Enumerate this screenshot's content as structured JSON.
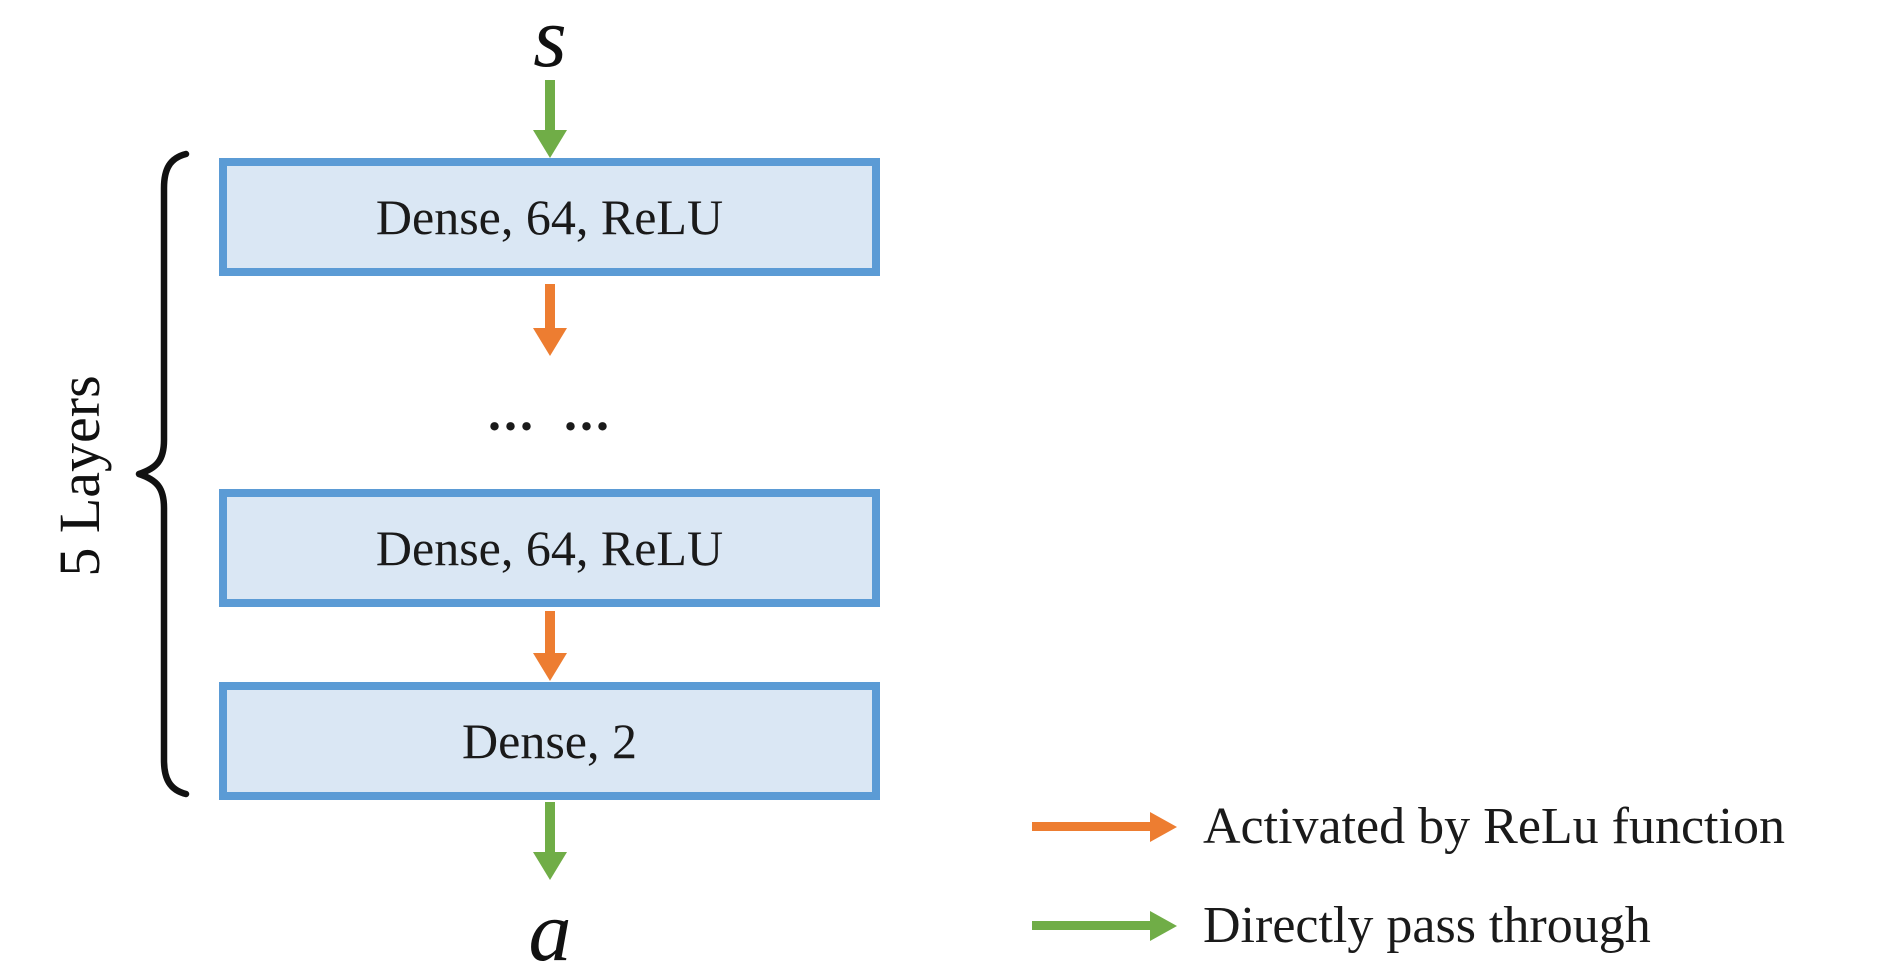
{
  "diagram": {
    "title_hint": "dense neural network with 5 layers",
    "input_label": "s",
    "output_label": "a",
    "brace_label": "5 Layers",
    "ellipsis": "... ...",
    "layers": [
      {
        "label": "Dense, 64, ReLU"
      },
      {
        "label": "Dense, 64, ReLU"
      },
      {
        "label": "Dense, 2"
      }
    ],
    "colors": {
      "box_fill": "#DAE7F4",
      "box_border": "#5B9BD5",
      "relu_arrow": "#ED7D31",
      "pass_arrow": "#70AD47",
      "text": "#1A1A1A"
    }
  },
  "legend": {
    "items": [
      {
        "label": "Activated by ReLu function",
        "arrow_color": "#ED7D31"
      },
      {
        "label": "Directly pass through",
        "arrow_color": "#70AD47"
      }
    ]
  }
}
